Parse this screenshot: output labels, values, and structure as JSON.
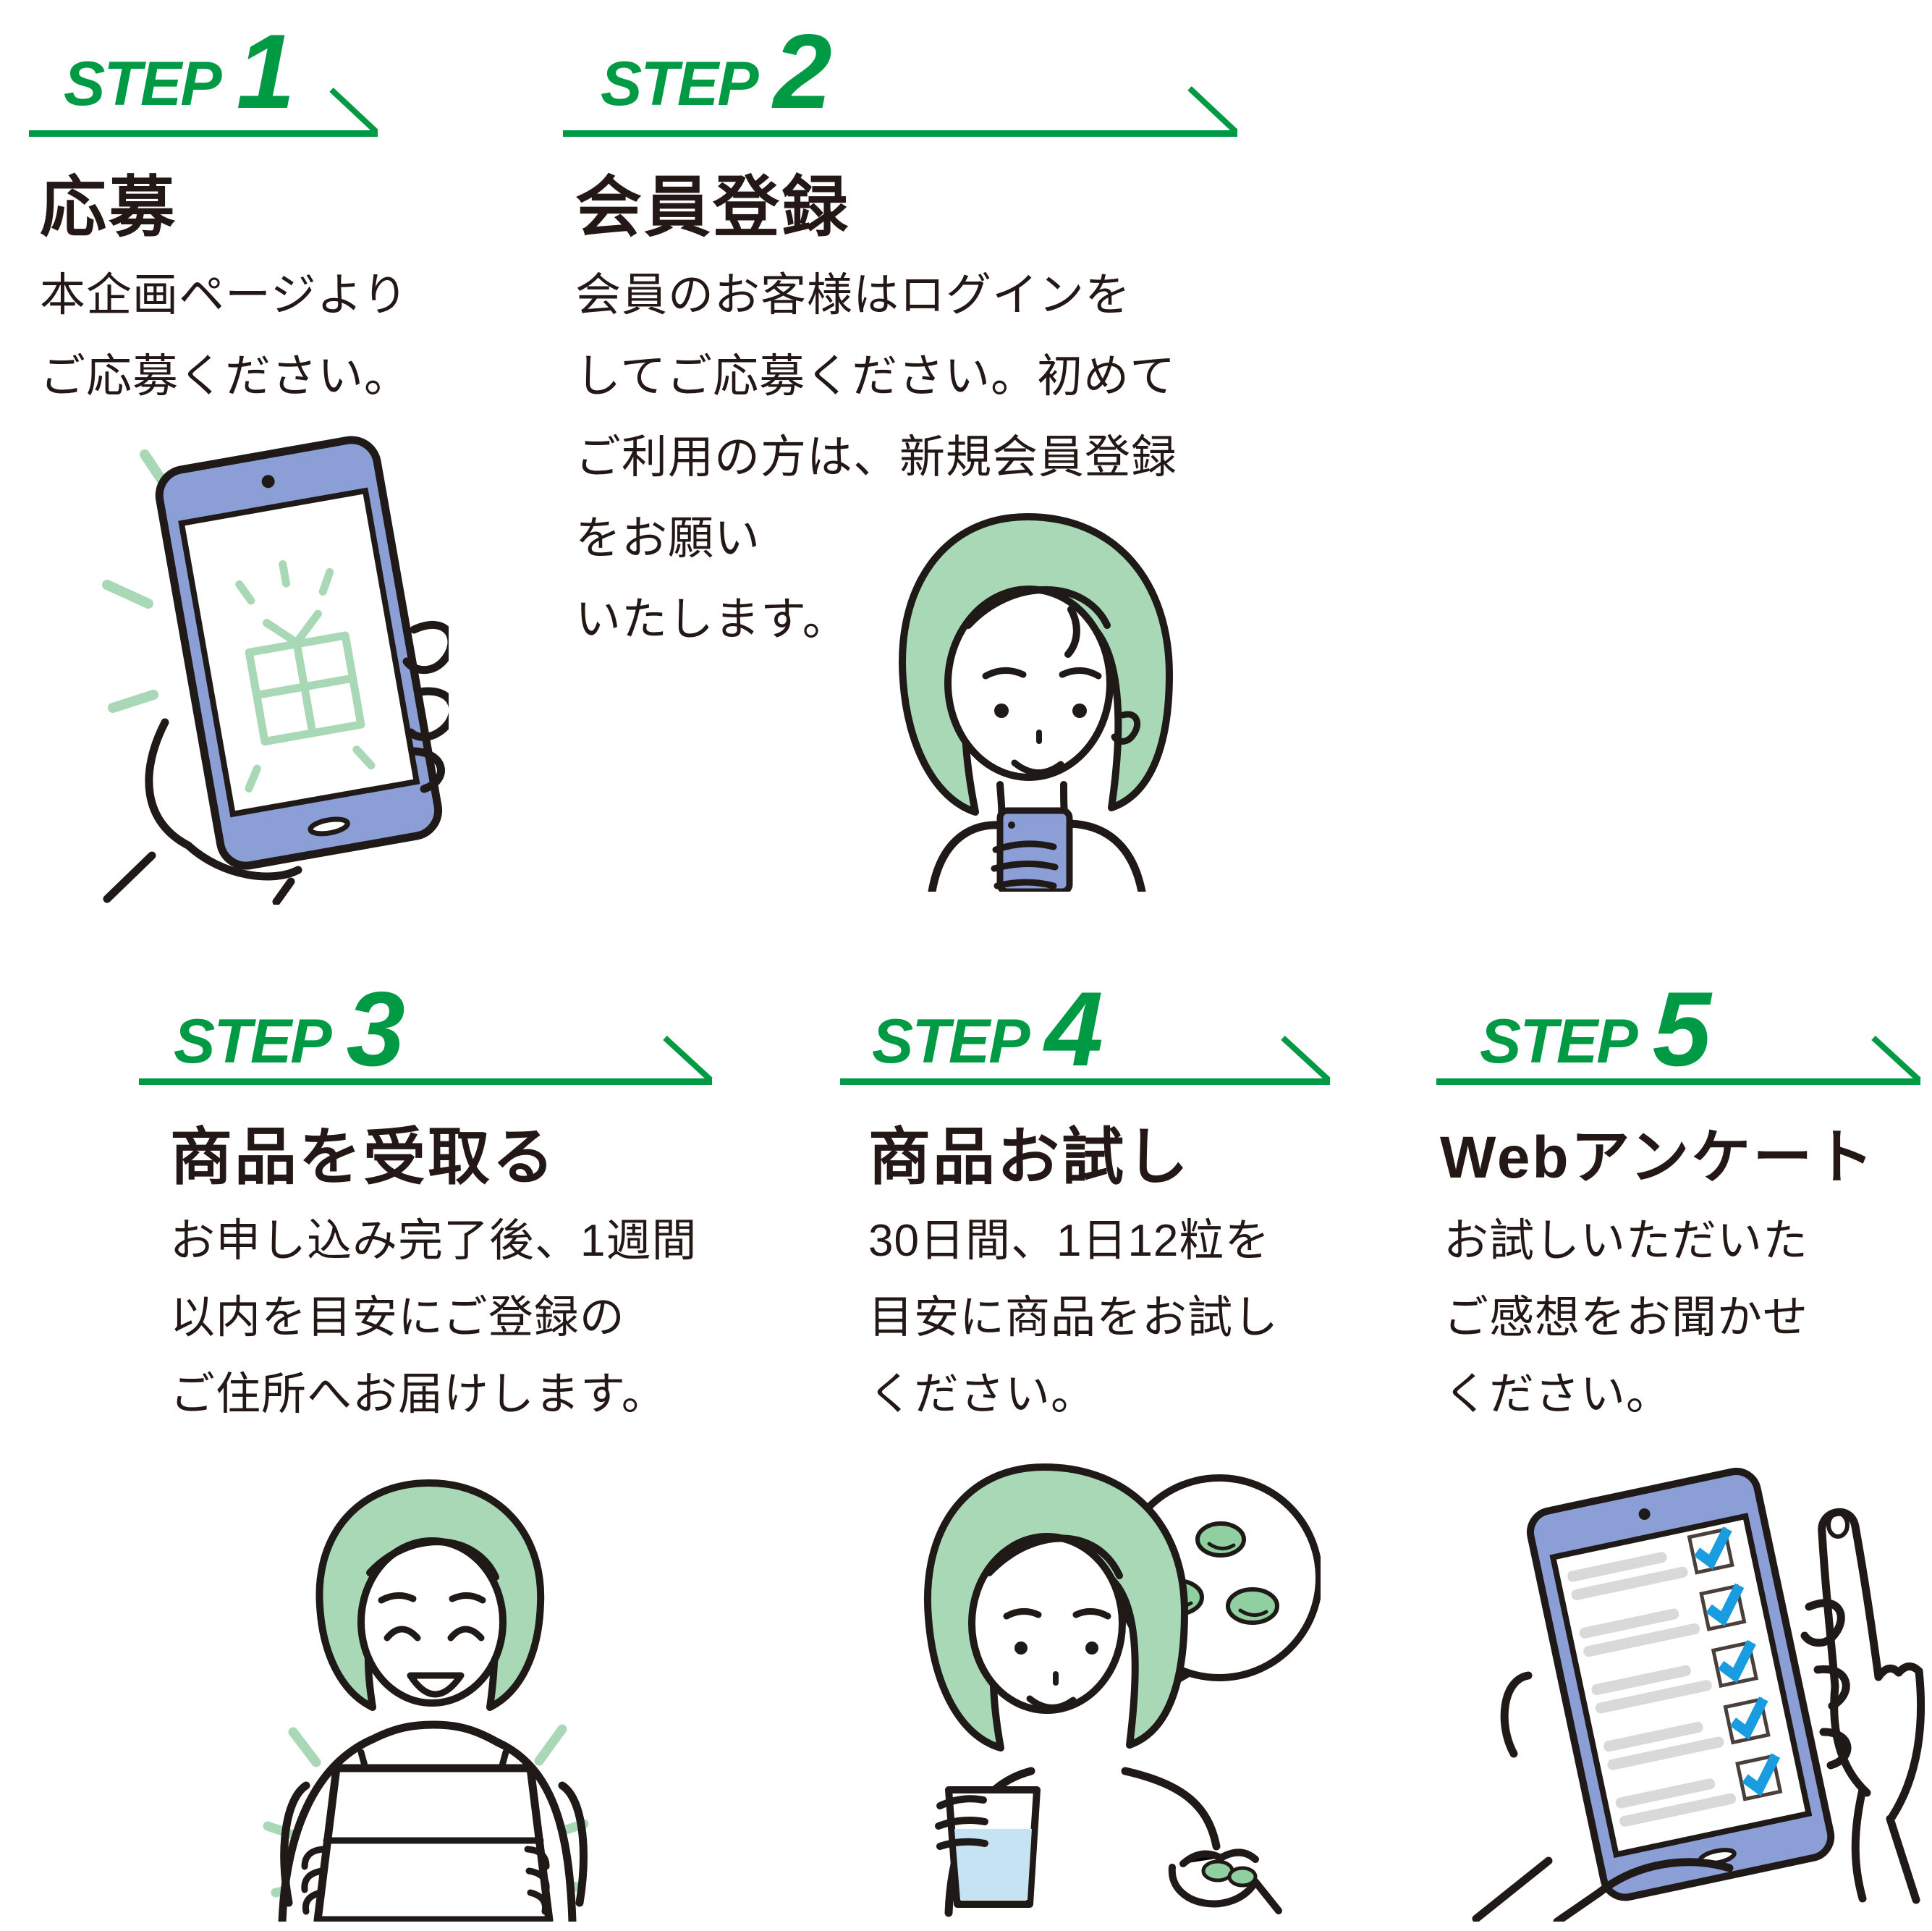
{
  "palette": {
    "accent_green": "#009944",
    "light_green": "#a8d8b6",
    "ink": "#231815",
    "device_blue": "#8c9ed6",
    "water_blue": "#c5e3f2",
    "pill_green": "#8fcfa0",
    "check_blue": "#1a9ce0",
    "list_bar_gray": "#d9d9d9"
  },
  "steps": [
    {
      "label": "STEP",
      "number": "1",
      "title": "応募",
      "body": [
        "本企画ページより",
        "ご応募ください。"
      ]
    },
    {
      "label": "STEP",
      "number": "2",
      "title": "会員登録",
      "body": [
        "会員のお客様はログインを",
        "してご応募ください。初めて",
        "ご利用の方は、新規会員登録",
        "をお願い",
        "いたします。"
      ]
    },
    {
      "label": "STEP",
      "number": "3",
      "title": "商品を受取る",
      "body": [
        "お申し込み完了後、1週間",
        "以内を目安にご登録の",
        "ご住所へお届けします。"
      ]
    },
    {
      "label": "STEP",
      "number": "4",
      "title": "商品お試し",
      "body": [
        "30日間、1日12粒を",
        "目安に商品をお試し",
        "ください。"
      ]
    },
    {
      "label": "STEP",
      "number": "5",
      "title": "Webアンケート",
      "body": [
        "お試しいただいた",
        "ご感想をお聞かせ",
        "ください。"
      ]
    }
  ]
}
